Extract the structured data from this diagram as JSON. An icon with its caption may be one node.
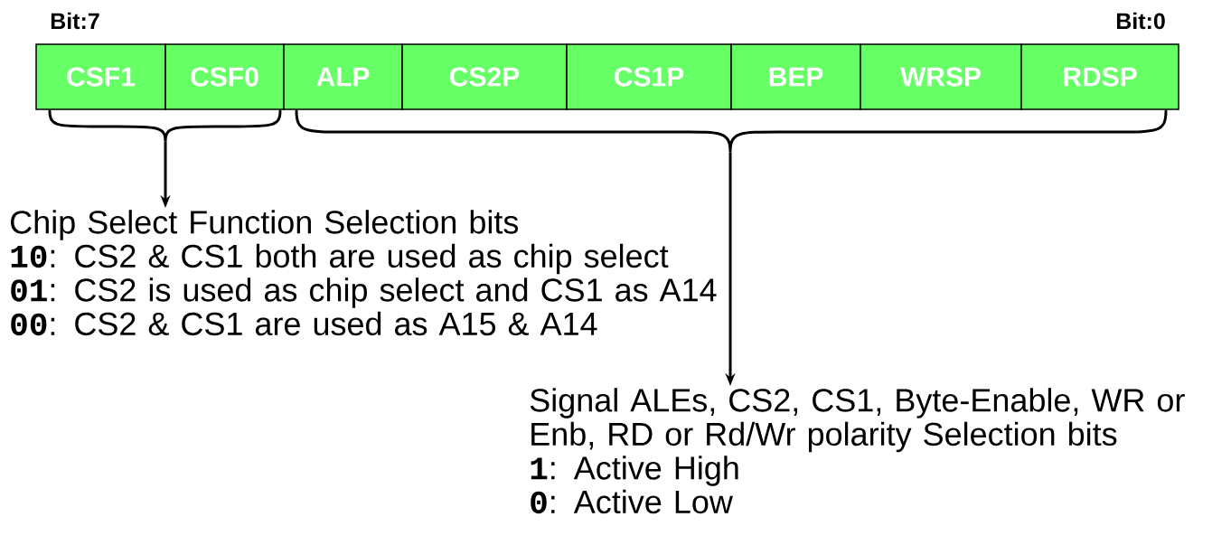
{
  "diagram": {
    "nodes": [
      {
        "text": [
          "CSF1"
        ]
      },
      {
        "text": [
          "CSF0"
        ]
      },
      {
        "text": [
          "ALP"
        ]
      },
      {
        "text": [
          "CS2P"
        ]
      },
      {
        "text": [
          "CS1P"
        ]
      },
      {
        "text": [
          "BEP"
        ]
      },
      {
        "text": [
          "WRSP"
        ]
      },
      {
        "text": [
          "RDSP"
        ]
      },
      {
        "text": [],
        "shape": "brace"
      },
      {
        "text": [],
        "shape": "brace"
      },
      {
        "text": [
          "Chip Select Function Selection bits",
          "**10**: CS2 & CS1 both are used as chip select",
          "**01**: CS2 is used as chip select and CS1 as A14",
          "**00**: CS2 & CS1 are used as A15 & A14"
        ]
      },
      {
        "text": [
          "Signal ALEs, CS2, CS1, Byte-Enable, WR or Enb, RD or Rd/Wr polarity Selection bits",
          "**1**: Active High",
          "**0**: Active Low"
        ]
      }
    ],
    "edges": [
      {
        "from": 8,
        "to": 10,
        "arrow": "to"
      },
      {
        "from": 9,
        "to": 11,
        "arrow": "to"
      }
    ],
    "labels": [
      "Bit:7",
      "Bit:0"
    ]
  }
}
